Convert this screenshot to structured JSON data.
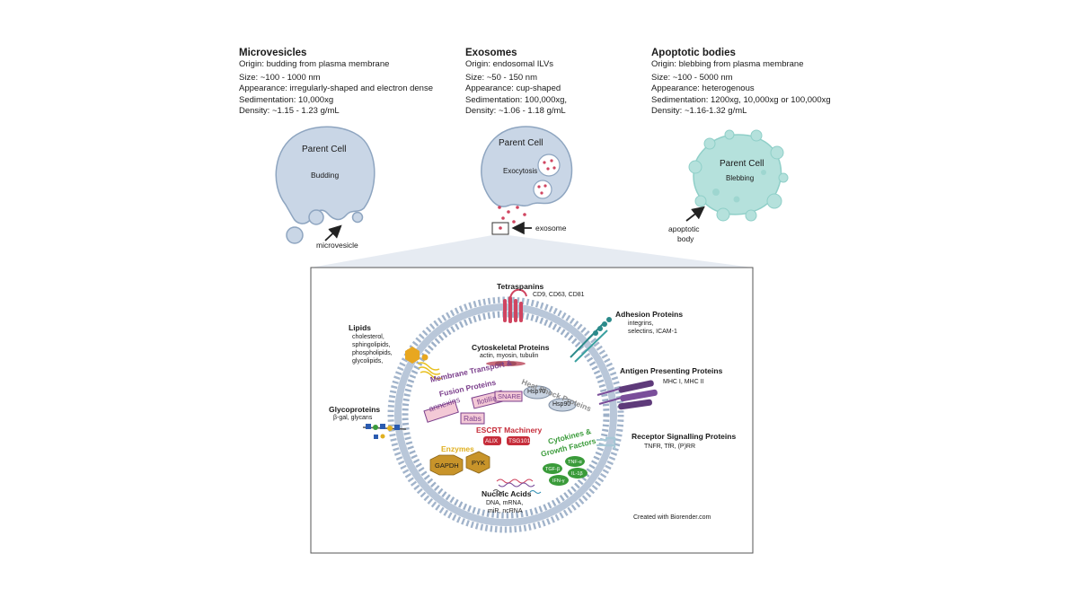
{
  "vesicle_types": [
    {
      "title": "Microvesicles",
      "origin": "Origin:  budding from plasma membrane",
      "size": "Size:  ~100 - 1000 nm",
      "appearance": "Appearance: irregularly-shaped and electron dense",
      "sedimentation": "Sedimentation:  10,000xg",
      "density": "Density:  ~1.15 - 1.23 g/mL"
    },
    {
      "title": "Exosomes",
      "origin": "Origin:  endosomal ILVs",
      "size": "Size:  ~50 - 150 nm",
      "appearance": "Appearance:  cup-shaped",
      "sedimentation": "Sedimentation:  100,000xg,",
      "density": "Density:  ~1.06 - 1.18 g/mL"
    },
    {
      "title": "Apoptotic bodies",
      "origin": "Origin:  blebbing from  plasma membrane",
      "size": "Size:  ~100 - 5000 nm",
      "appearance": "Appearance:  heterogenous",
      "sedimentation": "Sedimentation:  1200xg, 10,000xg or 100,000xg",
      "density": "Density:  ~1.16-1.32 g/mL"
    }
  ],
  "cells": {
    "parent_cell": "Parent Cell",
    "budding": "Budding",
    "exocytosis": "Exocytosis",
    "blebbing": "Blebbing",
    "microvesicle": "microvesicle",
    "exosome": "exosome",
    "apoptotic_body_line1": "apoptotic",
    "apoptotic_body_line2": "body"
  },
  "exosome_detail": {
    "tetraspanins": {
      "title": "Tetraspanins",
      "items": "CD9, CD63, CD81"
    },
    "adhesion": {
      "title": "Adhesion Proteins",
      "items1": "integrins,",
      "items2": "selectins, ICAM-1"
    },
    "lipids": {
      "title": "Lipids",
      "items": [
        "cholesterol,",
        "sphingolipids,",
        "phospholipids,",
        "glycolipids,"
      ]
    },
    "cytoskeletal": {
      "title": "Cytoskeletal Proteins",
      "items": "actin, myosin, tubulin"
    },
    "antigen": {
      "title": "Antigen Presenting Proteins",
      "items": "MHC I, MHC II"
    },
    "membrane_transport": {
      "title1": "Membrane Transport &",
      "title2": "Fusion Proteins",
      "annexins": "annexins",
      "rabs": "Rabs",
      "flotillin": "flotillin",
      "snare": "SNARE"
    },
    "heat_shock": {
      "title": "Heat Shock Proteins",
      "hsp70": "Hsp70",
      "hsp90": "Hsp90"
    },
    "glycoproteins": {
      "title": "Glycoproteins",
      "items": "β-gal, glycans"
    },
    "escrt": {
      "title": "ESCRT Machinery",
      "alix": "ALIX",
      "tsg101": "TSG101"
    },
    "receptor": {
      "title": "Receptor Signalling Proteins",
      "items": "TNFR, TfR, (P)RR"
    },
    "enzymes": {
      "title": "Enzymes",
      "gapdh": "GAPDH",
      "pyk": "PYK"
    },
    "cytokines": {
      "title1": "Cytokines &",
      "title2": "Growth Factors",
      "tgfb": "TGF-β",
      "tnfa": "TNF-α",
      "il1b": "IL-1β",
      "ifng": "IFN-γ"
    },
    "nucleic": {
      "title": "Nucleic Acids",
      "items1": "DNA, mRNA,",
      "items2": "miR, ncRNA"
    },
    "credit": "Created with Biorender.com"
  },
  "colors": {
    "cell_fill": "#c9d6e6",
    "cell_stroke": "#8ea5c0",
    "apoptotic_fill": "#b5e1dc",
    "membrane_transport": "#7b3f8c",
    "heat_shock": "#8a8a8a",
    "escrt": "#c62d3a",
    "enzymes": "#e0b020",
    "cytokines": "#3a9b3a",
    "tetraspanin": "#d04560"
  }
}
